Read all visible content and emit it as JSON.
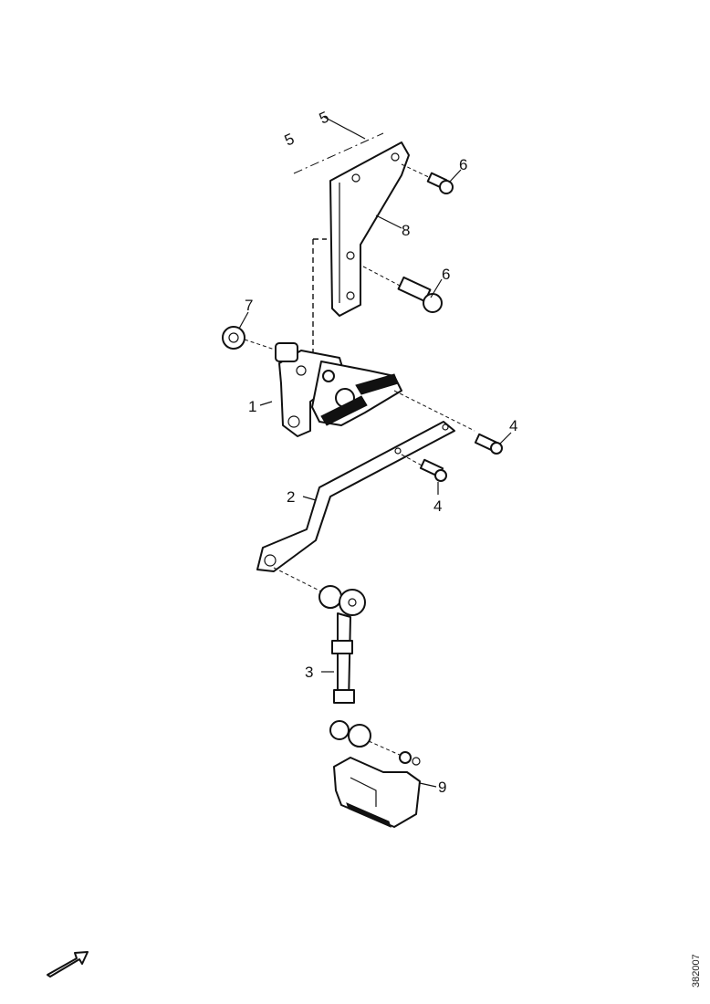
{
  "callouts": {
    "part_1": "1",
    "part_2": "2",
    "part_3": "3",
    "part_4_top": "4",
    "part_4_bottom": "4",
    "part_5_label": "5",
    "part_6_top": "6",
    "part_6_bottom": "6",
    "part_7": "7",
    "part_8": "8",
    "part_9": "9"
  },
  "drawing_code": "382007",
  "icons": {
    "direction_arrow": "direction-arrow-icon"
  }
}
